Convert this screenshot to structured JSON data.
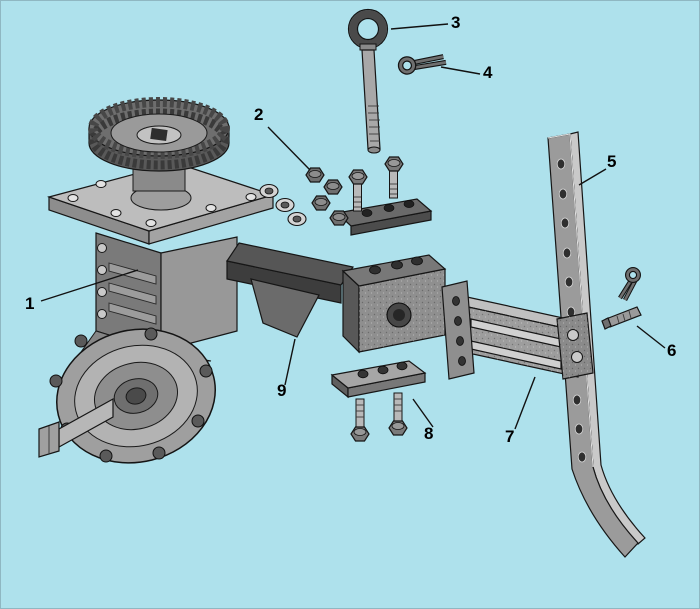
{
  "diagram": {
    "background_color": "#aee1ec",
    "line_color": "#111111",
    "palette": {
      "metal_light": "#c9c9c9",
      "metal_mid": "#9a9a9a",
      "metal_dark": "#5a5a5a"
    },
    "callouts": [
      {
        "number": "1"
      },
      {
        "number": "2"
      },
      {
        "number": "3"
      },
      {
        "number": "4"
      },
      {
        "number": "5"
      },
      {
        "number": "6"
      },
      {
        "number": "7"
      },
      {
        "number": "8"
      },
      {
        "number": "9"
      }
    ]
  }
}
